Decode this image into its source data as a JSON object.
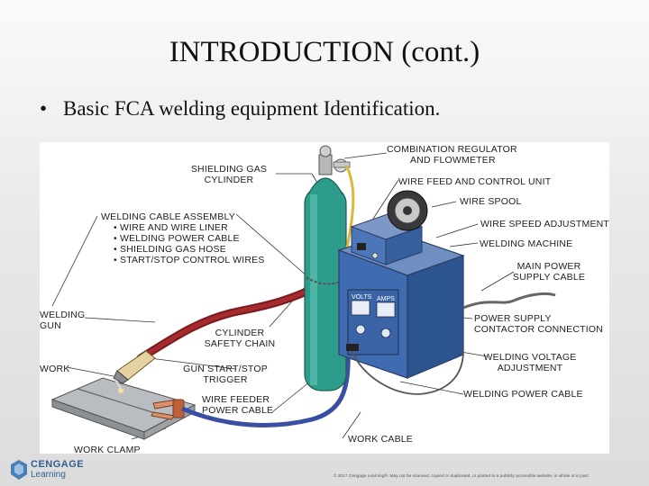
{
  "slide": {
    "title": "INTRODUCTION (cont.)",
    "bullet_symbol": "•",
    "bullet": "Basic FCA welding equipment Identification."
  },
  "diagram": {
    "labels": {
      "shielding_gas_cylinder_1": "SHIELDING GAS",
      "shielding_gas_cylinder_2": "CYLINDER",
      "combination_regulator_1": "COMBINATION REGULATOR",
      "combination_regulator_2": "AND FLOWMETER",
      "wire_feed_control_unit": "WIRE FEED AND CONTROL UNIT",
      "wire_spool": "WIRE SPOOL",
      "welding_cable_assembly": "WELDING CABLE ASSEMBLY",
      "wca_item_1": "• WIRE AND WIRE LINER",
      "wca_item_2": "• WELDING POWER CABLE",
      "wca_item_3": "• SHIELDING GAS HOSE",
      "wca_item_4": "• START/STOP CONTROL WIRES",
      "wire_speed_adjustment": "WIRE SPEED ADJUSTMENT",
      "welding_machine": "WELDING MACHINE",
      "main_power_1": "MAIN POWER",
      "main_power_2": "SUPPLY CABLE",
      "welding_gun_1": "WELDING",
      "welding_gun_2": "GUN",
      "cylinder_safety_chain_1": "CYLINDER",
      "cylinder_safety_chain_2": "SAFETY CHAIN",
      "power_supply_contactor_1": "POWER SUPPLY",
      "power_supply_contactor_2": "CONTACTOR CONNECTION",
      "work": "WORK",
      "gun_trigger_1": "GUN START/STOP",
      "gun_trigger_2": "TRIGGER",
      "welding_voltage_1": "WELDING VOLTAGE",
      "welding_voltage_2": "ADJUSTMENT",
      "welding_power_cable": "WELDING POWER CABLE",
      "wire_feeder_power_1": "WIRE FEEDER",
      "wire_feeder_power_2": "POWER CABLE",
      "work_cable": "WORK CABLE",
      "work_clamp": "WORK CLAMP",
      "panel_volts": "VOLTS",
      "panel_amps": "AMPS"
    }
  },
  "footer": {
    "brand_line1": "CENGAGE",
    "brand_line2": "Learning",
    "copyright": "© 2017 Cengage Learning®. May not be scanned, copied or duplicated, or posted to a publicly accessible website, in whole or in part."
  }
}
